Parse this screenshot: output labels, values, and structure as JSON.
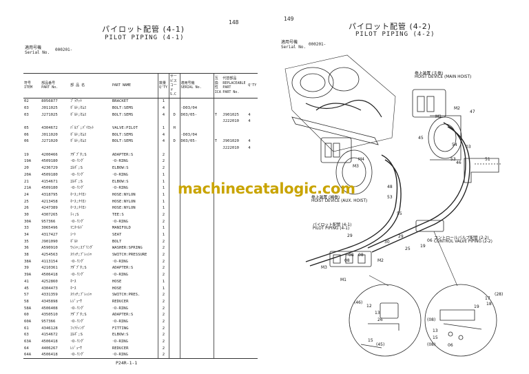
{
  "left_page": {
    "page_number": "148",
    "title_jp": "パイロット配管 (4-1)",
    "title_en": "PILOT PIPING (4-1)",
    "serial_label_jp": "適用号機",
    "serial_label_en": "Serial No.",
    "serial_value": "000201-",
    "footer": "P24R-1-1",
    "headers": {
      "item_jp": "符号",
      "item_en": "ITEM",
      "part_jp": "部品番号",
      "part_en": "PART No.",
      "name_jp": "部 品 名",
      "name_en": "PART NAME",
      "qty_jp": "数量",
      "qty_en": "Q'TY",
      "sc_jp": "サービスコード",
      "sc_en": "S.C",
      "serial_jp": "適用号機",
      "serial_en": "SERIAL No.",
      "ic_jp": "互換性",
      "ic_en": "ICA",
      "rep_jp": "代替部品 REPLACEABLE PART",
      "rep_part_en": "PART No.",
      "rep_qty_en": "Q'TY"
    },
    "rows": [
      {
        "item": "02",
        "part": "8056877",
        "jp": "ﾌﾞﾗｹｯﾄ",
        "name": "BRACKET",
        "qty": "1",
        "sc": "",
        "serial": "",
        "ic": "",
        "rep_part": "",
        "rep_qty": ""
      },
      {
        "item": "03",
        "part": "J011025",
        "jp": "ﾎﾞﾙﾄ;ｾﾑｽ",
        "name": "BOLT:SEMS",
        "qty": "4",
        "sc": "",
        "serial": "-D03/04",
        "ic": "",
        "rep_part": "",
        "rep_qty": ""
      },
      {
        "item": "03",
        "part": "J271025",
        "jp": "ﾎﾞﾙﾄ;ｾﾑｽ",
        "name": "BOLT:SEMS",
        "qty": "4",
        "sc": "D",
        "serial": "D03/05-",
        "ic": "T",
        "rep_part": "J901025",
        "rep_qty": "4"
      },
      {
        "item": "",
        "part": "",
        "jp": "",
        "name": "",
        "qty": "",
        "sc": "",
        "serial": "",
        "ic": "",
        "rep_part": "J222010",
        "rep_qty": "4"
      },
      {
        "item": "05",
        "part": "4304672",
        "jp": "ﾊﾞﾙﾌﾞ;ﾊﾟｲﾛｯﾄ",
        "name": "VALVE:PILOT",
        "qty": "1",
        "sc": "H",
        "serial": "",
        "ic": "",
        "rep_part": "",
        "rep_qty": ""
      },
      {
        "item": "06",
        "part": "J011020",
        "jp": "ﾎﾞﾙﾄ;ｾﾑｽ",
        "name": "BOLT:SEMS",
        "qty": "4",
        "sc": "",
        "serial": "-D03/04",
        "ic": "",
        "rep_part": "",
        "rep_qty": ""
      },
      {
        "item": "06",
        "part": "J271020",
        "jp": "ﾎﾞﾙﾄ;ｾﾑｽ",
        "name": "BOLT:SEMS",
        "qty": "4",
        "sc": "D",
        "serial": "D03/05-",
        "ic": "T",
        "rep_part": "J901020",
        "rep_qty": "4"
      },
      {
        "item": "",
        "part": "",
        "jp": "",
        "name": "",
        "qty": "",
        "sc": "",
        "serial": "",
        "ic": "",
        "rep_part": "J222010",
        "rep_qty": "4"
      },
      {
        "item": "19",
        "part": "4200466",
        "jp": "ｱﾀﾞﾌﾟﾀ;S",
        "name": "ADAPTER:S",
        "qty": "2",
        "sc": "",
        "serial": "",
        "ic": "",
        "rep_part": "",
        "rep_qty": ""
      },
      {
        "item": "19A",
        "part": "4509180",
        "jp": "･O-ﾘﾝｸﾞ",
        "name": "･O-RING",
        "qty": "2",
        "sc": "",
        "serial": "",
        "ic": "",
        "rep_part": "",
        "rep_qty": ""
      },
      {
        "item": "20",
        "part": "4236729",
        "jp": "ｴﾙﾎﾞ;S",
        "name": "ELBOW:S",
        "qty": "2",
        "sc": "",
        "serial": "",
        "ic": "",
        "rep_part": "",
        "rep_qty": ""
      },
      {
        "item": "20A",
        "part": "4509180",
        "jp": "･O-ﾘﾝｸﾞ",
        "name": "･O-RING",
        "qty": "1",
        "sc": "",
        "serial": "",
        "ic": "",
        "rep_part": "",
        "rep_qty": ""
      },
      {
        "item": "21",
        "part": "4154671",
        "jp": "ｴﾙﾎﾞ;S",
        "name": "ELBOW:S",
        "qty": "1",
        "sc": "",
        "serial": "",
        "ic": "",
        "rep_part": "",
        "rep_qty": ""
      },
      {
        "item": "21A",
        "part": "4509180",
        "jp": "･O-ﾘﾝｸﾞ",
        "name": "･O-RING",
        "qty": "1",
        "sc": "",
        "serial": "",
        "ic": "",
        "rep_part": "",
        "rep_qty": ""
      },
      {
        "item": "24",
        "part": "4318795",
        "jp": "ﾎｰｽ;ﾅｲﾛﾝ",
        "name": "HOSE:NYLON",
        "qty": "1",
        "sc": "",
        "serial": "",
        "ic": "",
        "rep_part": "",
        "rep_qty": ""
      },
      {
        "item": "25",
        "part": "4213458",
        "jp": "ﾎｰｽ;ﾅｲﾛﾝ",
        "name": "HOSE:NYLON",
        "qty": "1",
        "sc": "",
        "serial": "",
        "ic": "",
        "rep_part": "",
        "rep_qty": ""
      },
      {
        "item": "26",
        "part": "4247389",
        "jp": "ﾎｰｽ;ﾅｲﾛﾝ",
        "name": "HOSE:NYLON",
        "qty": "1",
        "sc": "",
        "serial": "",
        "ic": "",
        "rep_part": "",
        "rep_qty": ""
      },
      {
        "item": "30",
        "part": "4307265",
        "jp": "ﾃｨ;S",
        "name": "TEE:S",
        "qty": "2",
        "sc": "",
        "serial": "",
        "ic": "",
        "rep_part": "",
        "rep_qty": ""
      },
      {
        "item": "30A",
        "part": "957366",
        "jp": "･O-ﾘﾝｸﾞ",
        "name": "･O-RING",
        "qty": "2",
        "sc": "",
        "serial": "",
        "ic": "",
        "rep_part": "",
        "rep_qty": ""
      },
      {
        "item": "33",
        "part": "3065496",
        "jp": "ﾏﾆﾎｰﾙﾄﾞ",
        "name": "MANIFOLD",
        "qty": "1",
        "sc": "",
        "serial": "",
        "ic": "",
        "rep_part": "",
        "rep_qty": ""
      },
      {
        "item": "34",
        "part": "4317427",
        "jp": "ｼｰﾄ",
        "name": "SEAT",
        "qty": "1",
        "sc": "",
        "serial": "",
        "ic": "",
        "rep_part": "",
        "rep_qty": ""
      },
      {
        "item": "35",
        "part": "J901090",
        "jp": "ﾎﾞﾙﾄ",
        "name": "BOLT",
        "qty": "2",
        "sc": "",
        "serial": "",
        "ic": "",
        "rep_part": "",
        "rep_qty": ""
      },
      {
        "item": "36",
        "part": "A590910",
        "jp": "ﾜｯｼｬ;ｽﾌﾟﾘﾝｸﾞ",
        "name": "WASHER:SPRING",
        "qty": "2",
        "sc": "",
        "serial": "",
        "ic": "",
        "rep_part": "",
        "rep_qty": ""
      },
      {
        "item": "38",
        "part": "4254563",
        "jp": "ｽｲｯﾁ;ﾌﾟﾚｯｼｬ",
        "name": "SWITCH:PRESSURE",
        "qty": "2",
        "sc": "",
        "serial": "",
        "ic": "",
        "rep_part": "",
        "rep_qty": ""
      },
      {
        "item": "38A",
        "part": "4113154",
        "jp": "･O-ﾘﾝｸﾞ",
        "name": "･O-RING",
        "qty": "2",
        "sc": "",
        "serial": "",
        "ic": "",
        "rep_part": "",
        "rep_qty": ""
      },
      {
        "item": "39",
        "part": "4210361",
        "jp": "ｱﾀﾞﾌﾟﾀ;S",
        "name": "ADAPTER:S",
        "qty": "2",
        "sc": "",
        "serial": "",
        "ic": "",
        "rep_part": "",
        "rep_qty": ""
      },
      {
        "item": "39A",
        "part": "4506418",
        "jp": "･O-ﾘﾝｸﾞ",
        "name": "･O-RING",
        "qty": "2",
        "sc": "",
        "serial": "",
        "ic": "",
        "rep_part": "",
        "rep_qty": ""
      },
      {
        "item": "41",
        "part": "4252860",
        "jp": "ﾎｰｽ",
        "name": "HOSE",
        "qty": "1",
        "sc": "",
        "serial": "",
        "ic": "",
        "rep_part": "",
        "rep_qty": ""
      },
      {
        "item": "45",
        "part": "4304473",
        "jp": "ﾎｰｽ",
        "name": "HOSE",
        "qty": "1",
        "sc": "",
        "serial": "",
        "ic": "",
        "rep_part": "",
        "rep_qty": ""
      },
      {
        "item": "57",
        "part": "4331359",
        "jp": "ｽｲｯﾁ;ﾌﾟﾚｯｼｬ",
        "name": "SWITCH:PRES.",
        "qty": "2",
        "sc": "",
        "serial": "",
        "ic": "",
        "rep_part": "",
        "rep_qty": ""
      },
      {
        "item": "58",
        "part": "4345898",
        "jp": "ﾚｼﾞｭｰｻ",
        "name": "REDUCER",
        "qty": "2",
        "sc": "",
        "serial": "",
        "ic": "",
        "rep_part": "",
        "rep_qty": ""
      },
      {
        "item": "58A",
        "part": "4506408",
        "jp": "･O-ﾘﾝｸﾞ",
        "name": "･O-RING",
        "qty": "2",
        "sc": "",
        "serial": "",
        "ic": "",
        "rep_part": "",
        "rep_qty": ""
      },
      {
        "item": "60",
        "part": "4350510",
        "jp": "ｱﾀﾞﾌﾟﾀ;S",
        "name": "ADAPTER:S",
        "qty": "2",
        "sc": "",
        "serial": "",
        "ic": "",
        "rep_part": "",
        "rep_qty": ""
      },
      {
        "item": "60A",
        "part": "957366",
        "jp": "･O-ﾘﾝｸﾞ",
        "name": "･O-RING",
        "qty": "2",
        "sc": "",
        "serial": "",
        "ic": "",
        "rep_part": "",
        "rep_qty": ""
      },
      {
        "item": "61",
        "part": "4346128",
        "jp": "ﾌｨﾂﾃｨﾝｸﾞ",
        "name": "FITTING",
        "qty": "2",
        "sc": "",
        "serial": "",
        "ic": "",
        "rep_part": "",
        "rep_qty": ""
      },
      {
        "item": "63",
        "part": "4154672",
        "jp": "ｴﾙﾎﾞ;S",
        "name": "ELBOW:S",
        "qty": "2",
        "sc": "",
        "serial": "",
        "ic": "",
        "rep_part": "",
        "rep_qty": ""
      },
      {
        "item": "63A",
        "part": "4506418",
        "jp": "･O-ﾘﾝｸﾞ",
        "name": "･O-RING",
        "qty": "2",
        "sc": "",
        "serial": "",
        "ic": "",
        "rep_part": "",
        "rep_qty": ""
      },
      {
        "item": "64",
        "part": "4406267",
        "jp": "ﾚｼﾞｭｰｻ",
        "name": "REDUCER",
        "qty": "2",
        "sc": "",
        "serial": "",
        "ic": "",
        "rep_part": "",
        "rep_qty": ""
      },
      {
        "item": "64A",
        "part": "4506418",
        "jp": "･O-ﾘﾝｸﾞ",
        "name": "･O-RING",
        "qty": "2",
        "sc": "",
        "serial": "",
        "ic": "",
        "rep_part": "",
        "rep_qty": ""
      }
    ]
  },
  "right_page": {
    "page_number": "149",
    "title_jp": "パイロット配管 (4-2)",
    "title_en": "PILOT PIPING (4-2)",
    "serial_label_jp": "適用号機",
    "serial_label_en": "Serial No.",
    "serial_value": "000201-",
    "main_hoist_jp": "巻上装置 (主巻)",
    "main_hoist_en": "HOIST DEVICE (MAIN HOIST)",
    "aux_hoist_jp": "巻上装置 (補巻)",
    "aux_hoist_en": "HOIST DEVICE (AUX. HOIST)",
    "pilot_ref_jp": "パイロット配管 (4-1)",
    "pilot_ref_en": "PILOT PIPING (4-1)",
    "cv_ref_jp": "コントロールバルブ配管 (2-2)",
    "cv_ref_en": "CONTROL VALVE PIPING (2-2)",
    "callouts": [
      "47",
      "M2",
      "M1",
      "45",
      "54",
      "03",
      "53",
      "51",
      "46",
      "M4",
      "M3",
      "48",
      "53",
      "55",
      "29",
      "08",
      "08",
      "M1",
      "M2",
      "30",
      "29",
      "25",
      "19",
      "06",
      "(28)",
      "17",
      "18",
      "19",
      "(46)",
      "12",
      "13",
      "26",
      "15",
      "(45)",
      "(08)",
      "13",
      "15",
      "(08)",
      "06",
      "M3",
      "08"
    ]
  },
  "watermark": "machinecatalogic.com"
}
